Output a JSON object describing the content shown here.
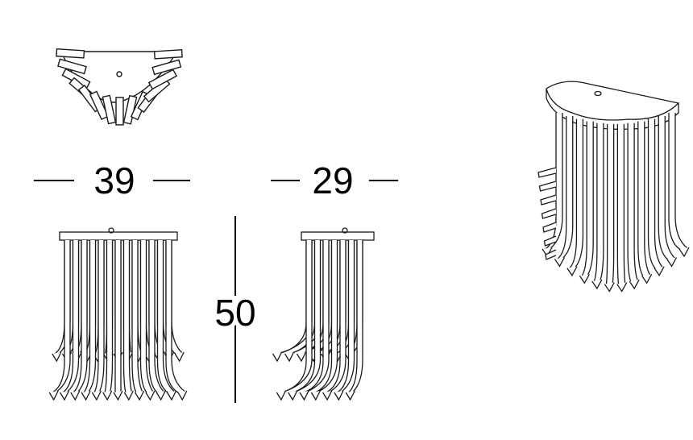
{
  "dimensions": {
    "width": "39",
    "depth": "29",
    "height": "50"
  },
  "colors": {
    "stroke": "#1a1a1a",
    "background": "#ffffff"
  }
}
